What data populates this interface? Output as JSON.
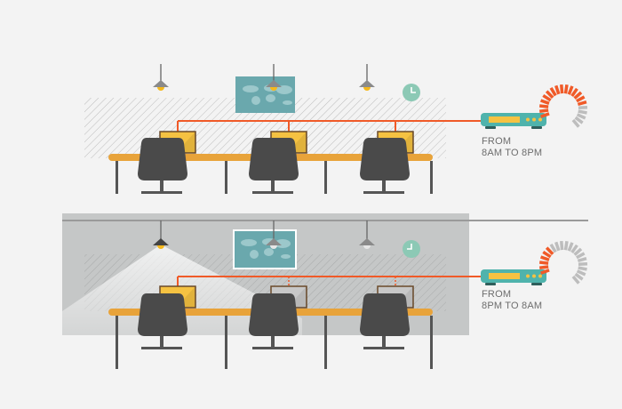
{
  "colors": {
    "background": "#f3f3f3",
    "night_overlay": "#c5c7c7",
    "wire": "#f05a28",
    "desk": "#e8a33a",
    "chair": "#4a4a4a",
    "monitor_on": "#f5c242",
    "monitor_off": "#c8c8c8",
    "router": "#4fb3ac",
    "clock": "#8cc9b5",
    "map": "#6aa8ad",
    "gauge_active": "#f05a28",
    "gauge_inactive": "#bdbdbd"
  },
  "scenes": [
    {
      "id": "day",
      "schedule_line1": "FROM",
      "schedule_line2": "8AM TO 8PM",
      "gauge_active_fraction": 0.75,
      "monitors_on": [
        true,
        true,
        true
      ]
    },
    {
      "id": "night",
      "schedule_line1": "FROM",
      "schedule_line2": "8PM TO 8AM",
      "gauge_active_fraction": 0.3,
      "monitors_on": [
        true,
        false,
        false
      ]
    }
  ]
}
